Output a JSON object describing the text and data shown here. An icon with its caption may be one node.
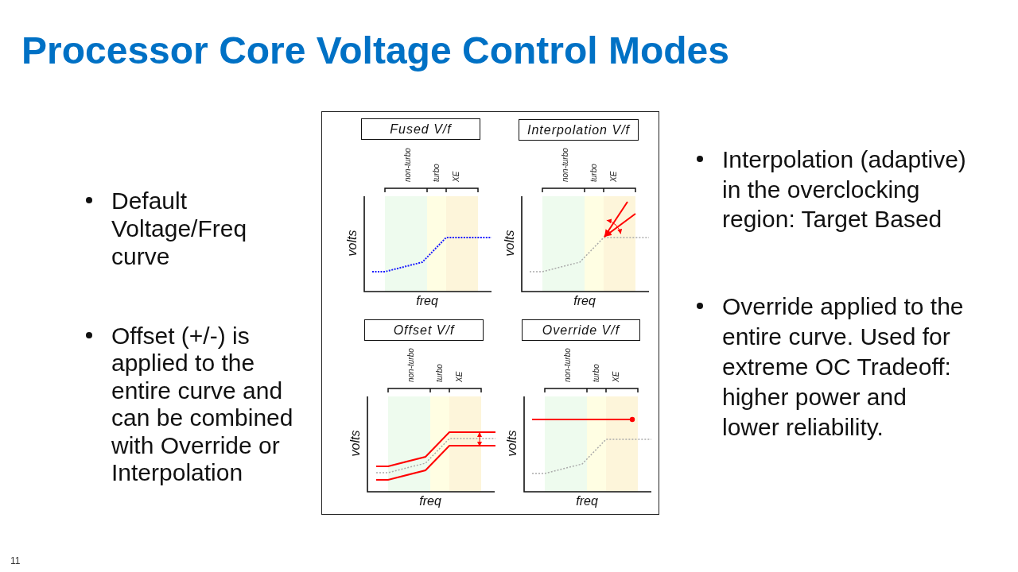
{
  "diagram": {
    "title": "Processor Core Voltage Control Modes",
    "nodes": [
      {
        "text": [
          "Fused V/f"
        ]
      },
      {
        "text": [
          "Interpolation V/f"
        ]
      },
      {
        "text": [
          "Offset V/f"
        ]
      },
      {
        "text": [
          "Override V/f"
        ]
      }
    ],
    "labels": [
      "Default Voltage/Freq curve",
      "Offset (+/-) is applied to the entire curve and can be combined with Override or Interpolation",
      "non-turbo",
      "turbo",
      "XE",
      "volts",
      "freq",
      "non-turbo",
      "turbo",
      "XE",
      "volts",
      "freq",
      "non-turbo",
      "turbo",
      "XE",
      "volts",
      "freq",
      "non-turbo",
      "turbo",
      "XE",
      "volts",
      "freq",
      "Interpolation (adaptive) in the overclocking region: Target Based",
      "Override applied to the entire curve. Used for extreme OC Tradeoff: higher power and lower reliability.",
      "11"
    ]
  }
}
